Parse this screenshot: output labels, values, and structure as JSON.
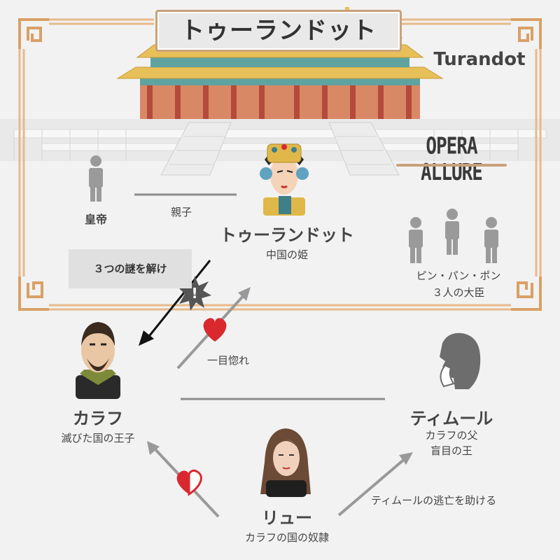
{
  "header": {
    "title": "トゥーランドット",
    "subtitle": "Turandot",
    "logo_text": "OPERA ALLURE"
  },
  "characters": {
    "emperor": {
      "name": "皇帝"
    },
    "turandot": {
      "name": "トゥーランドット",
      "desc": "中国の姫"
    },
    "ministers": {
      "desc1": "ピン・パン・ポン",
      "desc2": "３人の大臣"
    },
    "calaf": {
      "name": "カラフ",
      "desc": "滅びた国の王子"
    },
    "timur": {
      "name": "ティムール",
      "desc1": "カラフの父",
      "desc2": "盲目の王"
    },
    "liu": {
      "name": "リュー",
      "desc": "カラフの国の奴隷"
    }
  },
  "relations": {
    "parent_child": "親子",
    "riddles": "３つの謎を解け",
    "love_at_first_sight": "一目惚れ",
    "helps_timur": "ティムールの逃亡を助ける"
  },
  "colors": {
    "frame": "#e8b98a",
    "frame_corner": "#d9a066",
    "heart": "#d9282e",
    "arrow": "#999999",
    "silhouette": "#9a9a9a",
    "roof": "#e8c05a",
    "pillar": "#b54a3a"
  }
}
